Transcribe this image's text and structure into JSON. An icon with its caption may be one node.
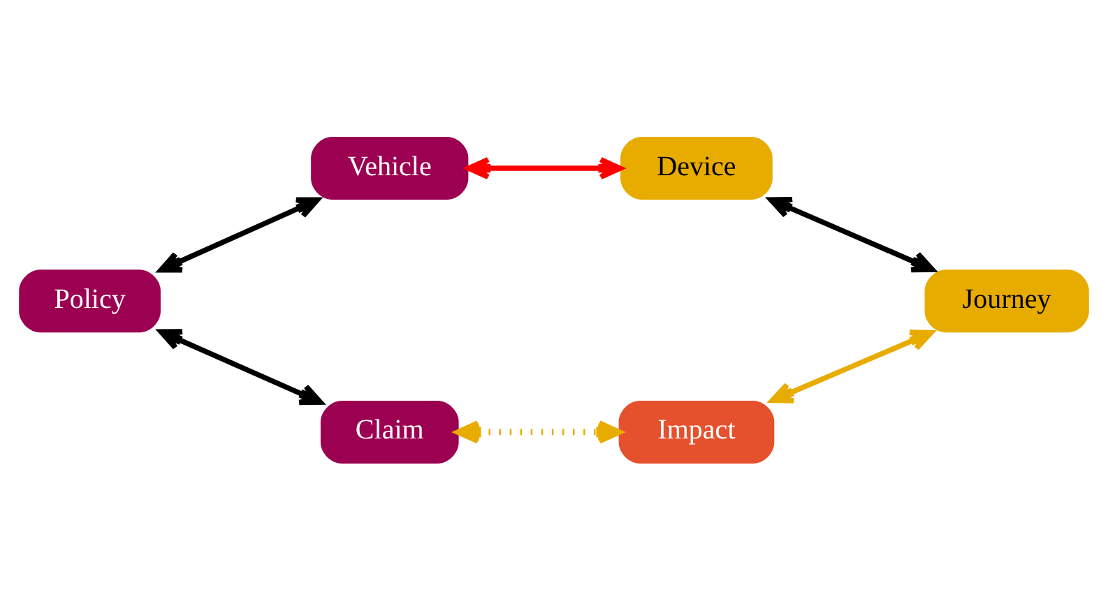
{
  "diagram": {
    "nodes": [
      {
        "text": [
          "Vehicle"
        ]
      },
      {
        "text": [
          "Device"
        ]
      },
      {
        "text": [
          "Policy"
        ]
      },
      {
        "text": [
          "Journey"
        ]
      },
      {
        "text": [
          "Claim"
        ]
      },
      {
        "text": [
          "Impact"
        ]
      }
    ],
    "edges": [
      {
        "from": 0,
        "to": 1,
        "arrow": "both",
        "color": "#ff0000"
      },
      {
        "from": 1,
        "to": 3,
        "arrow": "both"
      },
      {
        "from": 0,
        "to": 2,
        "arrow": "both"
      },
      {
        "from": 2,
        "to": 4,
        "arrow": "both"
      },
      {
        "from": 4,
        "to": 5,
        "arrow": "both",
        "style": "dashed",
        "color": "#e8ac00"
      },
      {
        "from": 5,
        "to": 3,
        "arrow": "both",
        "color": "#e8ac00"
      }
    ]
  }
}
